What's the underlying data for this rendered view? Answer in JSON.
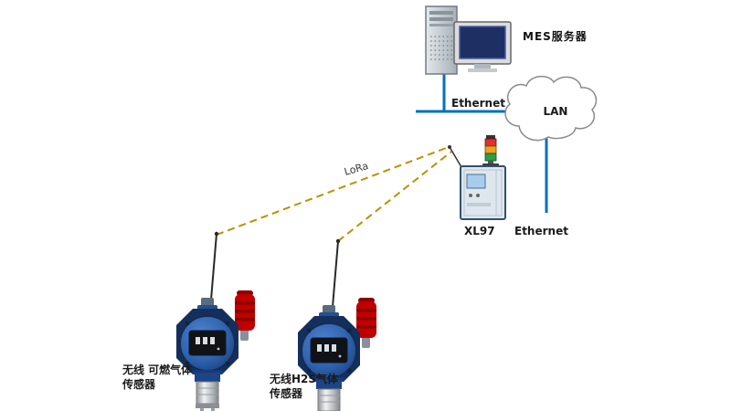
{
  "labels": {
    "server": "MES服务器",
    "ethernet_top": "Ethernet",
    "lan": "LAN",
    "gateway": "XL97",
    "ethernet_gateway": "Ethernet",
    "lora": "LoRa",
    "sensor_left_line1": "无线 可燃气体",
    "sensor_left_line2": "传感器",
    "sensor_right_line1": "无线H2S气体",
    "sensor_right_line2": "传感器"
  },
  "colors": {
    "ethernet_line": "#0070C0",
    "lora_dashed": "#BF8F00",
    "beacon_red": "#C00000",
    "stack_red": "#E03030",
    "stack_amber": "#F0A020",
    "stack_green": "#2E9E44"
  }
}
